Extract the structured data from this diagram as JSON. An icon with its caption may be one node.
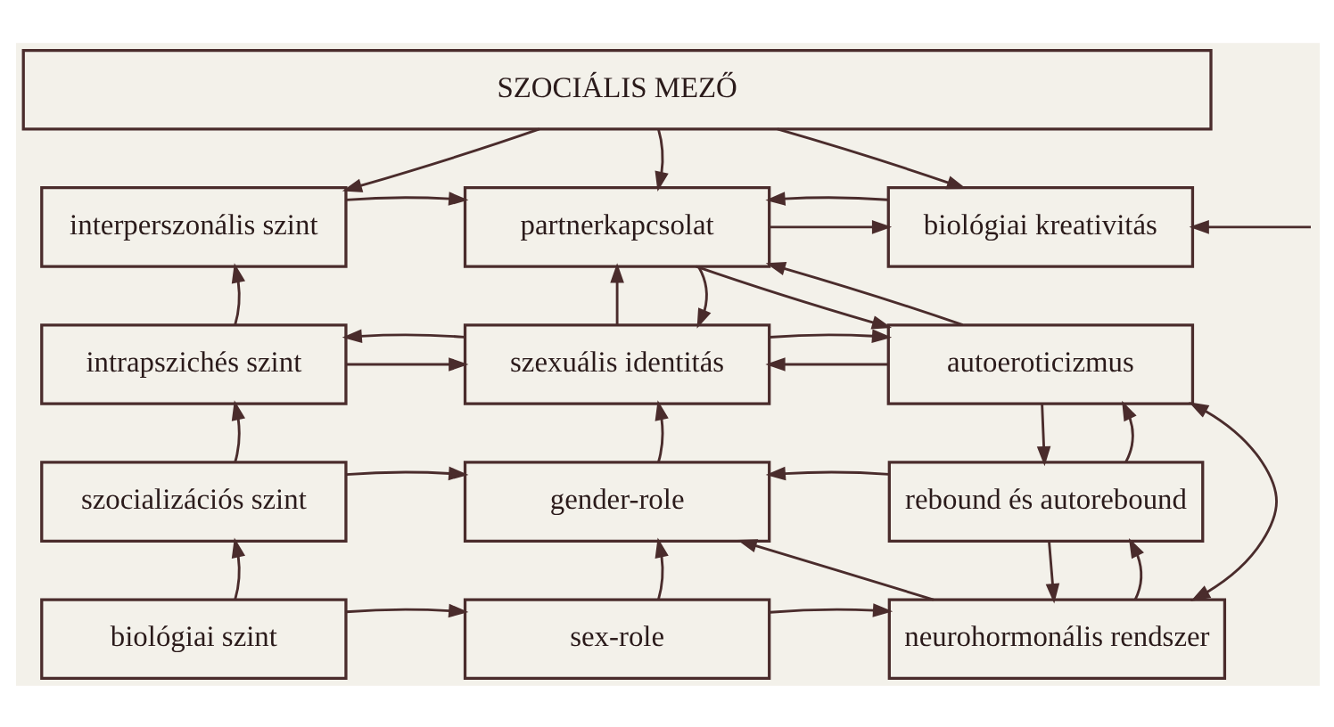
{
  "diagram": {
    "nodes": [
      {
        "text": [
          "SZOCIÁLIS MEZŐ"
        ]
      },
      {
        "text": [
          "interperszonális szint"
        ]
      },
      {
        "text": [
          "partnerkapcsolat"
        ]
      },
      {
        "text": [
          "biológiai kreativitás"
        ]
      },
      {
        "text": [
          "intrapszichés szint"
        ]
      },
      {
        "text": [
          "szexuális identitás"
        ]
      },
      {
        "text": [
          "autoeroticizmus"
        ]
      },
      {
        "text": [
          "szocializációs szint"
        ]
      },
      {
        "text": [
          "gender-role"
        ]
      },
      {
        "text": [
          "rebound és autorebound"
        ]
      },
      {
        "text": [
          "biológiai szint"
        ]
      },
      {
        "text": [
          "sex-role"
        ]
      },
      {
        "text": [
          "neurohormonális rendszer"
        ]
      }
    ],
    "edges": [
      {
        "from": 0,
        "to": 1,
        "arrow": "to"
      },
      {
        "from": 0,
        "to": 2,
        "arrow": "to"
      },
      {
        "from": 0,
        "to": 3,
        "arrow": "to"
      },
      {
        "from": 1,
        "to": 2,
        "arrow": "to"
      },
      {
        "from": 2,
        "to": 3,
        "arrow": "to"
      },
      {
        "from": 3,
        "to": 2,
        "arrow": "to"
      },
      {
        "from": 2,
        "to": 6,
        "arrow": "to"
      },
      {
        "from": 6,
        "to": 2,
        "arrow": "to"
      },
      {
        "from": 5,
        "to": 2,
        "arrow": "to"
      },
      {
        "from": 2,
        "to": 5,
        "arrow": "to"
      },
      {
        "from": 4,
        "to": 1,
        "arrow": "to"
      },
      {
        "from": 4,
        "to": 5,
        "arrow": "to"
      },
      {
        "from": 5,
        "to": 4,
        "arrow": "to"
      },
      {
        "from": 6,
        "to": 5,
        "arrow": "to"
      },
      {
        "from": 5,
        "to": 6,
        "arrow": "to"
      },
      {
        "from": 7,
        "to": 4,
        "arrow": "to"
      },
      {
        "from": 7,
        "to": 8,
        "arrow": "to"
      },
      {
        "from": 8,
        "to": 5,
        "arrow": "to"
      },
      {
        "from": 9,
        "to": 8,
        "arrow": "to"
      },
      {
        "from": 6,
        "to": 9,
        "arrow": "to"
      },
      {
        "from": 9,
        "to": 6,
        "arrow": "to"
      },
      {
        "from": 10,
        "to": 7,
        "arrow": "to"
      },
      {
        "from": 10,
        "to": 11,
        "arrow": "to"
      },
      {
        "from": 11,
        "to": 8,
        "arrow": "to"
      },
      {
        "from": 11,
        "to": 12,
        "arrow": "to"
      },
      {
        "from": 12,
        "to": 8,
        "arrow": "to"
      },
      {
        "from": 9,
        "to": 12,
        "arrow": "to"
      },
      {
        "from": 12,
        "to": 9,
        "arrow": "to"
      },
      {
        "from": 6,
        "to": 12,
        "arrow": "both"
      },
      {
        "from": null,
        "to": 3,
        "arrow": "to"
      }
    ]
  }
}
